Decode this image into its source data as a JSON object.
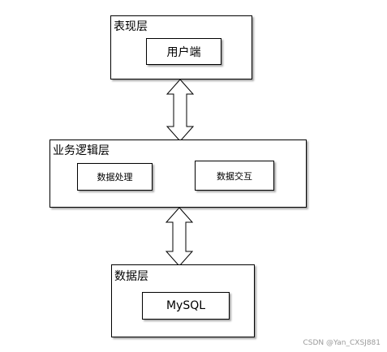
{
  "presentation_layer": {
    "title": "表现层",
    "node": "用户端"
  },
  "business_layer": {
    "title": "业务逻辑层",
    "nodes": [
      "数据处理",
      "数据交互"
    ]
  },
  "data_layer": {
    "title": "数据层",
    "node": "MySQL"
  },
  "watermark": "CSDN @Yan_CXSJ881",
  "colors": {
    "border": "#000000",
    "arrow_fill": "#ffffff",
    "watermark": "#9a9a9a"
  }
}
